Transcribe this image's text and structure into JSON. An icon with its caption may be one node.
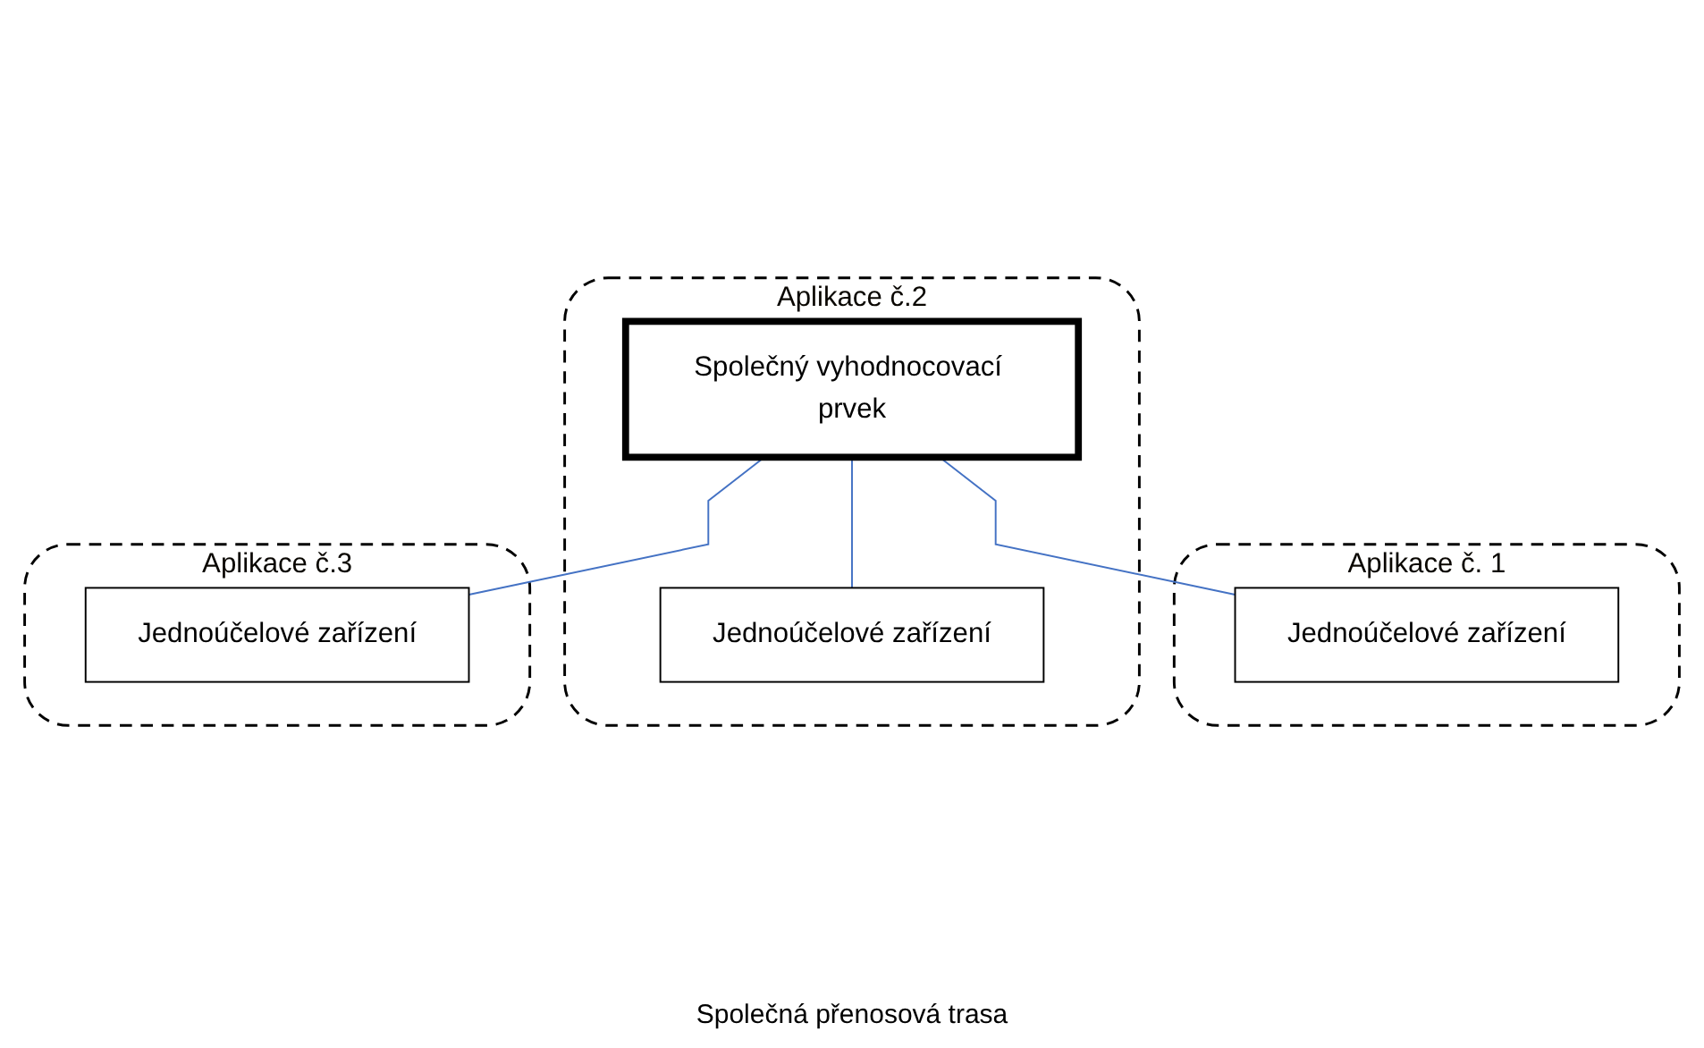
{
  "diagram": {
    "nodes": [
      {
        "text": [
          "Aplikace č. 1"
        ]
      },
      {
        "text": [
          "Jednoúčelové zařízení"
        ],
        "in": 0
      },
      {
        "text": [
          "Aplikace č.2"
        ]
      },
      {
        "text": [
          "Společný vyhodnocovací prvek"
        ],
        "in": 2
      },
      {
        "text": [
          "Jednoúčelové zařízení"
        ],
        "in": 2
      },
      {
        "text": [
          "Aplikace č.3"
        ]
      },
      {
        "text": [
          "Jednoúčelové zařízení"
        ],
        "in": 5
      }
    ],
    "edges": [
      {
        "from": 3,
        "to": 1,
        "arrow": "none"
      },
      {
        "from": 3,
        "to": 4,
        "arrow": "none"
      },
      {
        "from": 3,
        "to": 6,
        "arrow": "none"
      }
    ],
    "labels": [
      "Společná přenosová trasa"
    ]
  }
}
